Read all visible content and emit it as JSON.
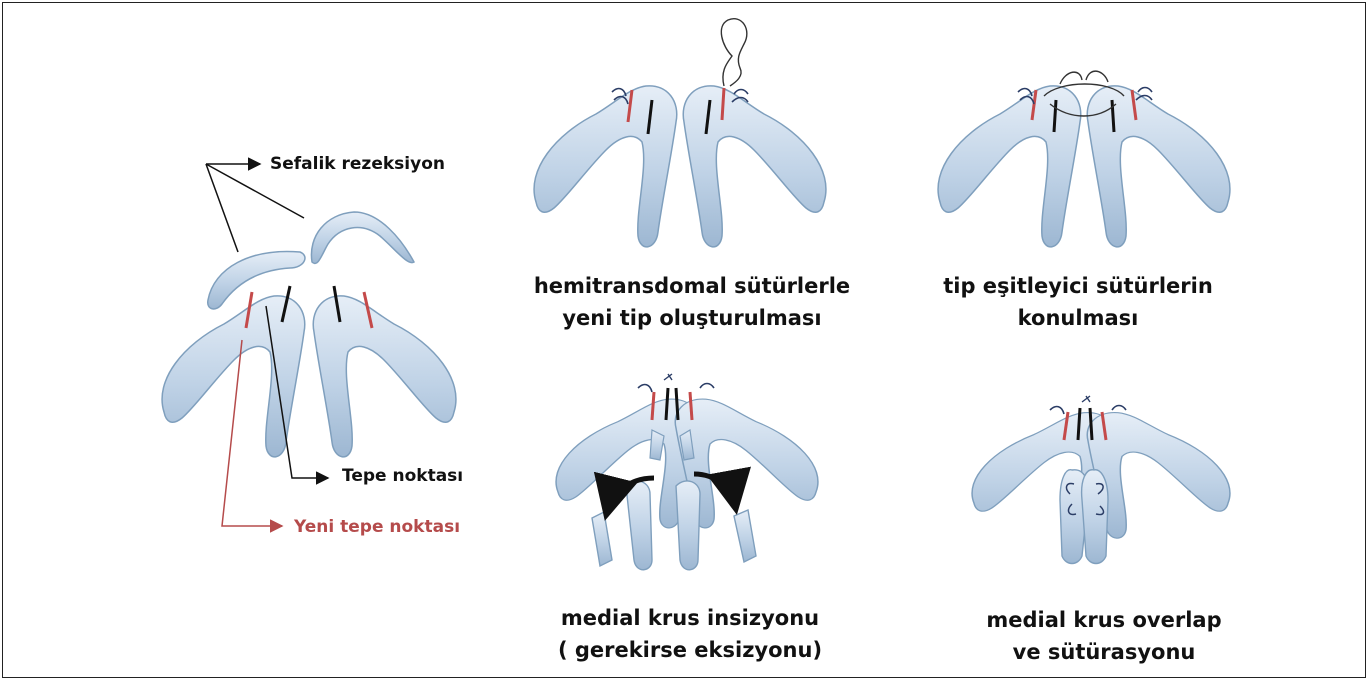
{
  "labels": {
    "cephalic_resection": "Sefalik rezeksiyon",
    "tip_point": "Tepe noktası",
    "new_tip_point": "Yeni tepe noktası"
  },
  "captions": {
    "hemitransdomal": {
      "line1": "hemitransdomal sütürlerle",
      "line2": "yeni tip oluşturulması"
    },
    "tip_equalizing": {
      "line1": "tip eşitleyici sütürlerin",
      "line2": "konulması"
    },
    "medial_crus_incision": {
      "line1": "medial krus insizyonu",
      "line2": "( gerekirse eksizyonu)"
    },
    "medial_crus_overlap": {
      "line1": "medial krus overlap",
      "line2": "ve sütürasyonu"
    }
  },
  "colors": {
    "cartilage_fill": "#c9d9ea",
    "cartilage_stroke": "#7f9fbd",
    "red_marker": "#c44a4a",
    "label_red": "#b54b4b",
    "black": "#111111"
  }
}
